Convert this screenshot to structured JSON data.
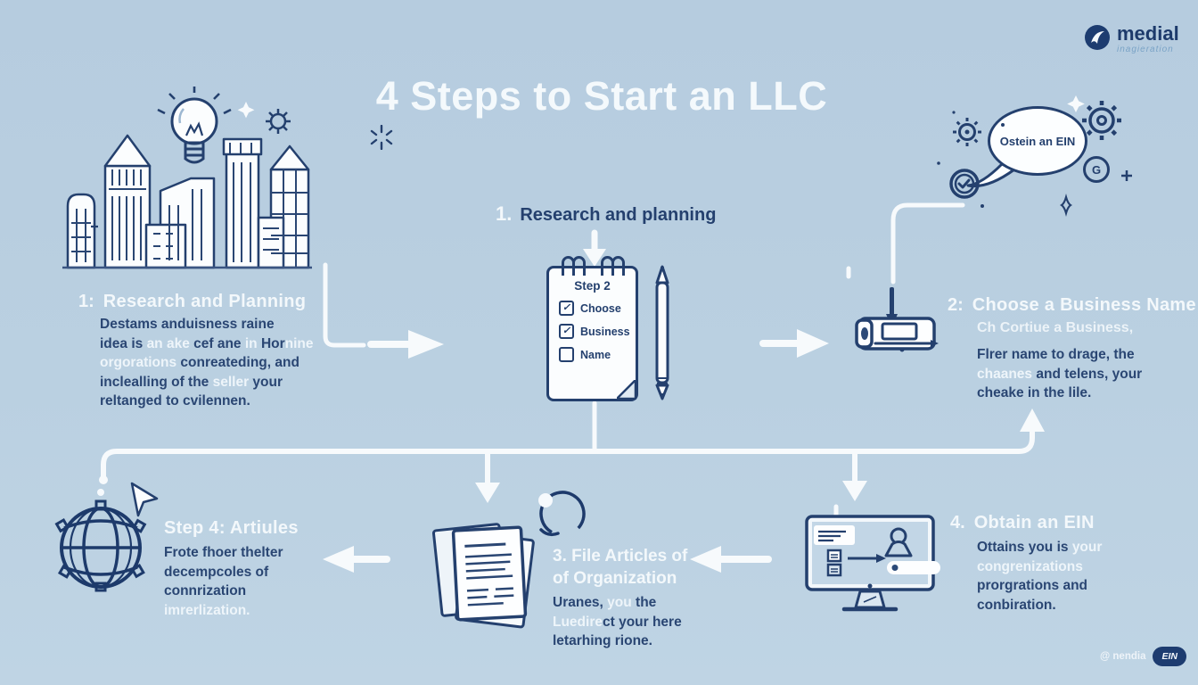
{
  "title": "4 Steps to Start an LLC",
  "brand": {
    "name": "medial",
    "tagline": "inagieration"
  },
  "flow_label": {
    "num": "1.",
    "text": "Research and planning"
  },
  "bubble": {
    "text": "Ostein an EIN"
  },
  "decor": {
    "g_letter": "G"
  },
  "icons": {
    "check": "✓"
  },
  "notepad": {
    "title": "Step 2",
    "items": [
      {
        "label": "Choose",
        "checked": true
      },
      {
        "label": "Business",
        "checked": true
      },
      {
        "label": "Name",
        "checked": false
      }
    ]
  },
  "sections": {
    "s1": {
      "num": "1:",
      "title": "Research and Planning",
      "lines": [
        [
          {
            "t": "Destams anduisness raine"
          }
        ],
        [
          {
            "t": "idea is "
          },
          {
            "t": "an ake ",
            "w": true
          },
          {
            "t": "cef ane "
          },
          {
            "t": "in ",
            "w": true
          },
          {
            "t": "Hor"
          },
          {
            "t": "nine",
            "w": true
          }
        ],
        [
          {
            "t": "orgorations",
            "w": true
          },
          {
            "t": " conreateding, and"
          }
        ],
        [
          {
            "t": "inclealling of the "
          },
          {
            "t": "seller",
            "w": true
          },
          {
            "t": " your"
          }
        ],
        [
          {
            "t": "reltanged to cvilennen."
          }
        ]
      ]
    },
    "s2": {
      "num": "2:",
      "title": "Choose a Business Name",
      "subtitle": "Ch Cortiue a Business,",
      "lines": [
        [
          {
            "t": "Flrer name to drage, the"
          }
        ],
        [
          {
            "t": "chaanes",
            "w": true
          },
          {
            "t": " and telens, your"
          }
        ],
        [
          {
            "t": "cheake in the lile."
          }
        ]
      ]
    },
    "s3": {
      "title1": "3. File Articles of",
      "title2": "of Organization",
      "lines": [
        [
          {
            "t": "Uranes, "
          },
          {
            "t": "you",
            "w": true
          },
          {
            "t": " the"
          }
        ],
        [
          {
            "t": "Luedire",
            "w": true
          },
          {
            "t": "ct your here"
          }
        ],
        [
          {
            "t": "letarhing rione."
          }
        ]
      ]
    },
    "s4l": {
      "title": "Step 4: Artiules",
      "lines": [
        [
          {
            "t": "Frote fhoer thelter"
          }
        ],
        [
          {
            "t": "decempcoles of"
          }
        ],
        [
          {
            "t": "connrization"
          }
        ],
        [
          {
            "t": "imrerlization.",
            "w": true
          }
        ]
      ]
    },
    "s4r": {
      "num": "4.",
      "title": "Obtain an EIN",
      "lines": [
        [
          {
            "t": "Ottains you is "
          },
          {
            "t": "your",
            "w": true
          }
        ],
        [
          {
            "t": "congrenizations",
            "w": true
          }
        ],
        [
          {
            "t": "prorgrations and"
          }
        ],
        [
          {
            "t": "conbiration."
          }
        ]
      ]
    }
  },
  "footer": {
    "handle": "@ nendia",
    "badge": "EIN"
  }
}
